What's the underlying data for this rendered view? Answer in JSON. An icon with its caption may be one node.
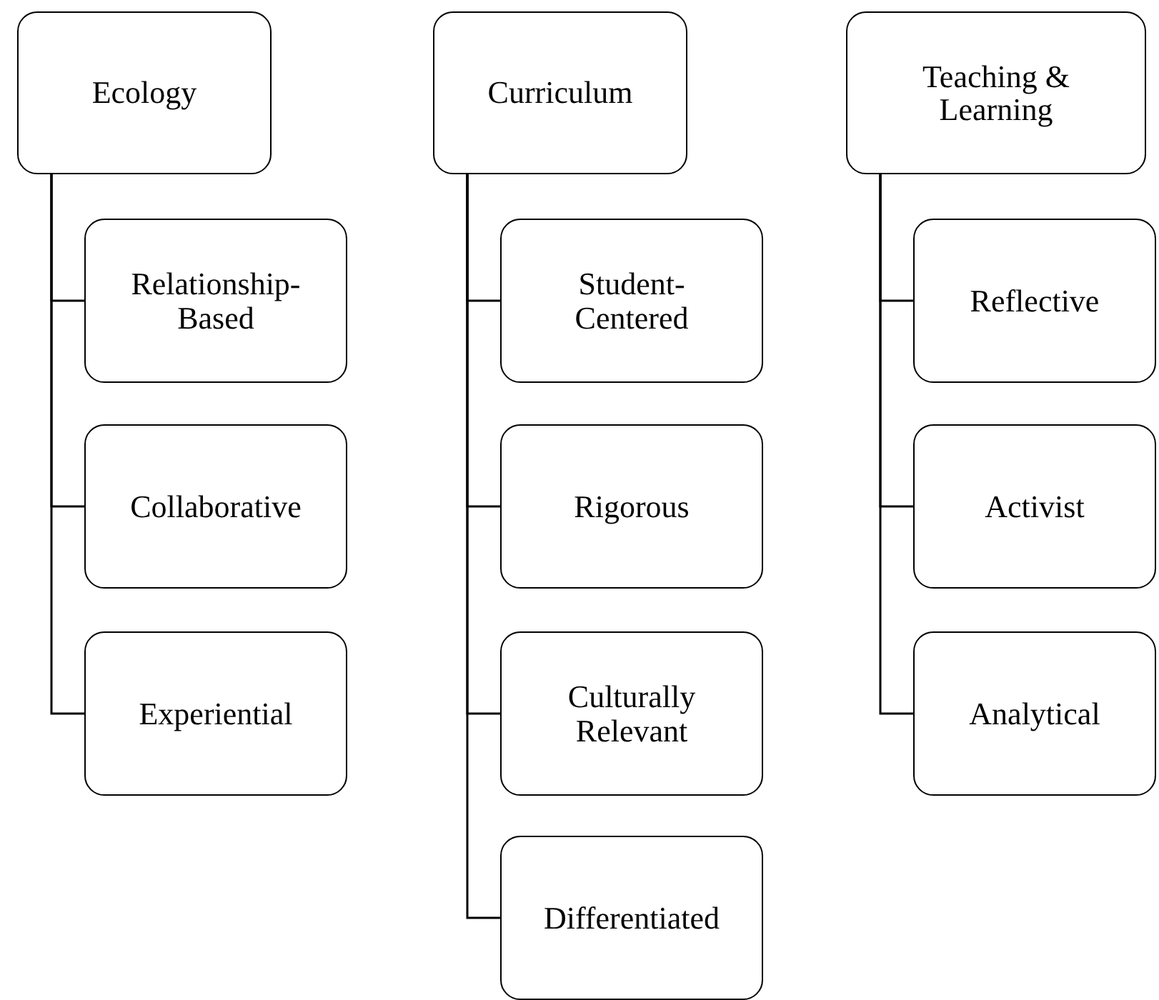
{
  "diagram": {
    "nodes": [
      {
        "text": [
          "Ecology"
        ]
      },
      {
        "text": [
          "Relationship-Based"
        ]
      },
      {
        "text": [
          "Collaborative"
        ]
      },
      {
        "text": [
          "Experiential"
        ]
      },
      {
        "text": [
          "Curriculum"
        ]
      },
      {
        "text": [
          "Student-Centered"
        ]
      },
      {
        "text": [
          "Rigorous"
        ]
      },
      {
        "text": [
          "Culturally Relevant"
        ]
      },
      {
        "text": [
          "Differentiated"
        ]
      },
      {
        "text": [
          "Teaching & Learning"
        ]
      },
      {
        "text": [
          "Reflective"
        ]
      },
      {
        "text": [
          "Activist"
        ]
      },
      {
        "text": [
          "Analytical"
        ]
      }
    ],
    "edges": [
      {
        "from": 0,
        "to": 1,
        "arrow": "none"
      },
      {
        "from": 0,
        "to": 2,
        "arrow": "none"
      },
      {
        "from": 0,
        "to": 3,
        "arrow": "none"
      },
      {
        "from": 4,
        "to": 5,
        "arrow": "none"
      },
      {
        "from": 4,
        "to": 6,
        "arrow": "none"
      },
      {
        "from": 4,
        "to": 7,
        "arrow": "none"
      },
      {
        "from": 4,
        "to": 8,
        "arrow": "none"
      },
      {
        "from": 9,
        "to": 10,
        "arrow": "none"
      },
      {
        "from": 9,
        "to": 11,
        "arrow": "none"
      },
      {
        "from": 9,
        "to": 12,
        "arrow": "none"
      }
    ]
  }
}
